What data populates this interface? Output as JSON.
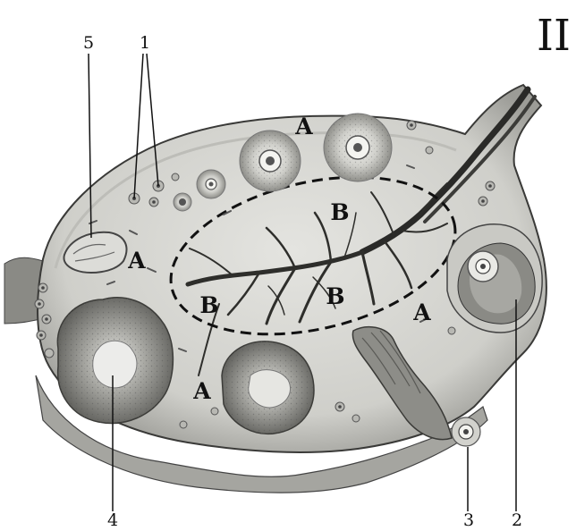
{
  "figure": {
    "panel_label": "II",
    "numbered_labels": [
      {
        "id": "label-1",
        "text": "1"
      },
      {
        "id": "label-2",
        "text": "2"
      },
      {
        "id": "label-3",
        "text": "3"
      },
      {
        "id": "label-4",
        "text": "4"
      },
      {
        "id": "label-5",
        "text": "5"
      }
    ],
    "region_labels": {
      "a": "A",
      "b": "B"
    }
  },
  "colors": {
    "background": "#ffffff",
    "tissue": "#d6d6d2",
    "tissue_dark": "#6f6f6b",
    "vessel": "#2a2a28",
    "line": "#111111"
  }
}
